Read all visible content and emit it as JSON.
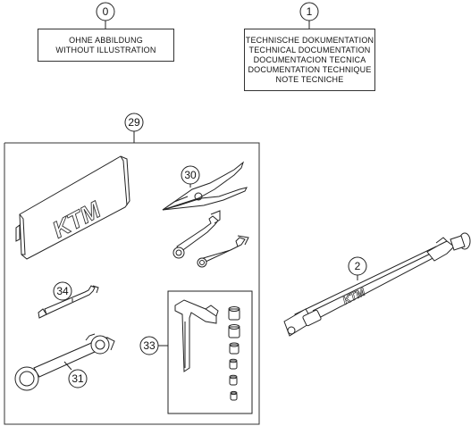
{
  "notes": {
    "item0": {
      "number": "0",
      "lines": [
        "OHNE ABBILDUNG",
        "WITHOUT ILLUSTRATION"
      ]
    },
    "item1": {
      "number": "1",
      "lines": [
        "TECHNISCHE DOKUMENTATION",
        "TECHNICAL DOCUMENTATION",
        "DOCUMENTACION TECNICA",
        "DOCUMENTATION TECHNIQUE",
        "NOTE TECNICHE"
      ]
    }
  },
  "callouts": {
    "kit": "29",
    "pliers": "30",
    "combination_wrench": "31",
    "socket_set": "33",
    "open_wrench": "34",
    "pump": "2"
  },
  "brand": {
    "pouch_logo": "KTM",
    "pump_logo": "KTM"
  }
}
